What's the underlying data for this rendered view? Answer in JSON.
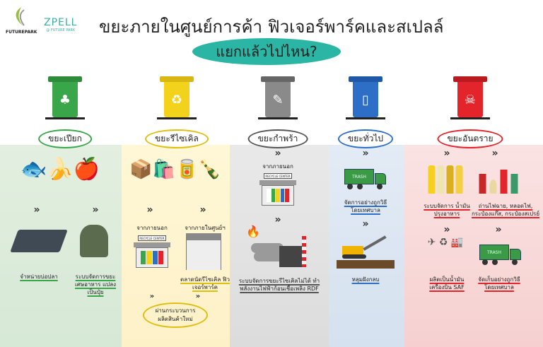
{
  "logos": {
    "futurepark": "FUTUREPARK",
    "zpell": "ZPELL",
    "zpell_sub": "@ FUTURE PARK"
  },
  "title": "ขยะภายในศูนย์การค้า ฟิวเจอร์พาร์คและสเปลล์",
  "subtitle": "แยกแล้วไปไหน?",
  "colors": {
    "wet": "#3aa64a",
    "recycle": "#f2d21a",
    "orphan": "#8a8a8a",
    "general": "#2d6fc6",
    "hazard": "#e3242b",
    "subtitle_bg": "#2bb5a5"
  },
  "columns": [
    {
      "label": "ขยะเปียก",
      "icon": "food-waste-icon",
      "outputs": [
        "จำหน่ายบ่อปลา",
        "ระบบจัดการขยะเศษอาหาร แปลงเป็นปุ๋ย"
      ]
    },
    {
      "label": "ขยะรีไซเคิล",
      "icon": "recycle-icon",
      "sources": [
        "จากภายนอก",
        "จากภายในศูนย์ฯ"
      ],
      "recycle_center": "RECYCLE CENTER",
      "market": "ตลาดนัดรีไซเคิล ฟิวเจอร์พาร์ค",
      "final": "ผ่านกระบวนการ ผลิตสินค้าใหม่"
    },
    {
      "label": "ขยะกำพร้า",
      "icon": "orphan-waste-icon",
      "source": "จากภายนอก",
      "recycle_center": "RECYCLE CENTER",
      "output": "ระบบจัดการขยะรีไซเคิลไม่ได้ ทำพลังงานไฟฟ้าก้อนเชื้อเพลิง RDF"
    },
    {
      "label": "ขยะทั่วไป",
      "icon": "general-waste-icon",
      "truck": "TRASH",
      "step": "จัดการอย่างถูกวิธี โดยเทศบาล",
      "output": "หลุมฝังกลบ"
    },
    {
      "label": "ขยะอันตราย",
      "icon": "skull-icon",
      "left_item": "ระบบจัดการ น้ำมันปรุงอาหาร",
      "left_output": "ผลิตเป็นน้ำมัน เครื่องบิน SAF",
      "right_item": "ถ่านไฟฉาย, หลอดไฟ, กระป๋องแก๊ส, กระป๋องสเปรย์",
      "truck": "TRASH",
      "right_output": "จัดเก็บอย่างถูกวิธี โดยเทศบาล"
    }
  ]
}
